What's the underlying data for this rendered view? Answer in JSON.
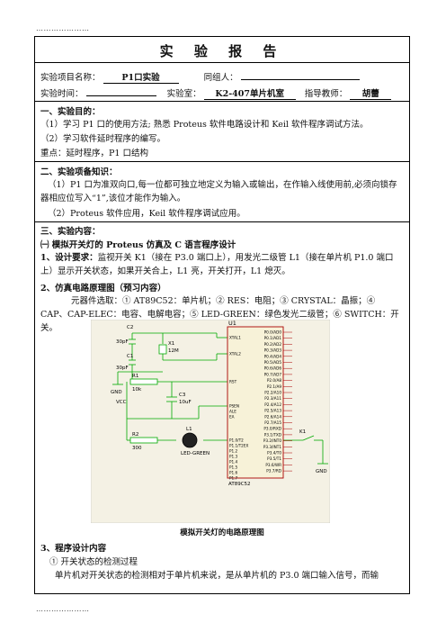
{
  "header_dots": "…………………",
  "footer_dots": "…………………",
  "report": {
    "title": "实 验 报 告",
    "project_label": "实验项目名称：",
    "project_value": "P1口实验",
    "partner_label": "同组人：",
    "partner_value": "",
    "time_label": "实验时间：",
    "time_value": "",
    "room_label": "实验室：",
    "room_value": "K2-407单片机室",
    "teacher_label": "指导教师：",
    "teacher_value": "胡蕾"
  },
  "sections": {
    "s1_title": "一、实验目的：",
    "s1_p1": "（1）学习 P1 口的使用方法; 熟悉 Proteus 软件电路设计和 Keil 软件程序调试方法。",
    "s1_p2": "（2）学习软件延时程序的编写。",
    "s1_p3": "重点：延时程序，P1 口结构",
    "s2_title": "二、实验项备知识：",
    "s2_p1": "（1）P1 口为准双向口,每一位都可独立地定义为输入或输出，在作输入线使用前,必须向锁存器相应位写入“1”,该位才能作为输入。",
    "s2_p2": "（2）Proteus 软件应用，Keil 软件程序调试应用。",
    "s3_title": "三、实验内容：",
    "s3_sub1": "㈠ 模拟开关灯的 Proteus 仿真及 C 语言程序设计",
    "s3_req_label": "1、设计要求：",
    "s3_req_text": "监视开关 K1（接在 P3.0 端口上），用发光二级管 L1（接在单片机 P1.0 端口上）显示开关状态，如果开关合上，L1 亮，开关打开，L1 熄灭。",
    "s3_sub2": "2、仿真电路原理图（预习内容）",
    "s3_components": "元器件选取：① AT89C52：单片机；② RES：电阻；③ CRYSTAL：晶振；④ CAP、CAP-ELEC：电容、电解电容；⑤ LED-GREEN：绿色发光二级管；⑥ SWITCH：开关。",
    "caption": "模拟开关灯的电路原理图",
    "s3_sub3": "3、程序设计内容",
    "s3_item1": "① 开关状态的检测过程",
    "s3_last": "单片机对开关状态的检测相对于单片机来说，是从单片机的 P3.0 端口输入信号，而输"
  },
  "schematic": {
    "chip_ref": "U1",
    "chip_name": "AT89C52",
    "chip_pins_left": [
      "XTAL1",
      "XTAL2",
      "RST",
      "PSEN",
      "ALE",
      "EA",
      "P1.0/T2",
      "P1.1/T2EX",
      "P1.2",
      "P1.3",
      "P1.4",
      "P1.5",
      "P1.6",
      "P1.7"
    ],
    "chip_pins_right": [
      "P0.0/AD0",
      "P0.1/AD1",
      "P0.2/AD2",
      "P0.3/AD3",
      "P0.4/AD4",
      "P0.5/AD5",
      "P0.6/AD6",
      "P0.7/AD7",
      "P2.0/A8",
      "P2.1/A9",
      "P2.2/A10",
      "P2.3/A11",
      "P2.4/A12",
      "P2.5/A13",
      "P2.6/A14",
      "P2.7/A15",
      "P3.0/RXD",
      "P3.1/TXD",
      "P3.2/INT0",
      "P3.3/INT1",
      "P3.4/T0",
      "P3.5/T1",
      "P3.6/WR",
      "P3.7/RD"
    ],
    "c2_ref": "C2",
    "c2_val": "30pF",
    "c1_ref": "C1",
    "c1_val": "30pF",
    "x1_ref": "X1",
    "x1_val": "12M",
    "r1_ref": "R1",
    "r1_val": "10k",
    "c3_ref": "C3",
    "c3_val": "10uF",
    "r2_ref": "R2",
    "r2_val": "300",
    "l1_ref": "L1",
    "l1_val": "LED-GREEN",
    "k1_ref": "K1",
    "vcc": "VCC",
    "gnd1": "GND",
    "gnd2": "GND"
  }
}
